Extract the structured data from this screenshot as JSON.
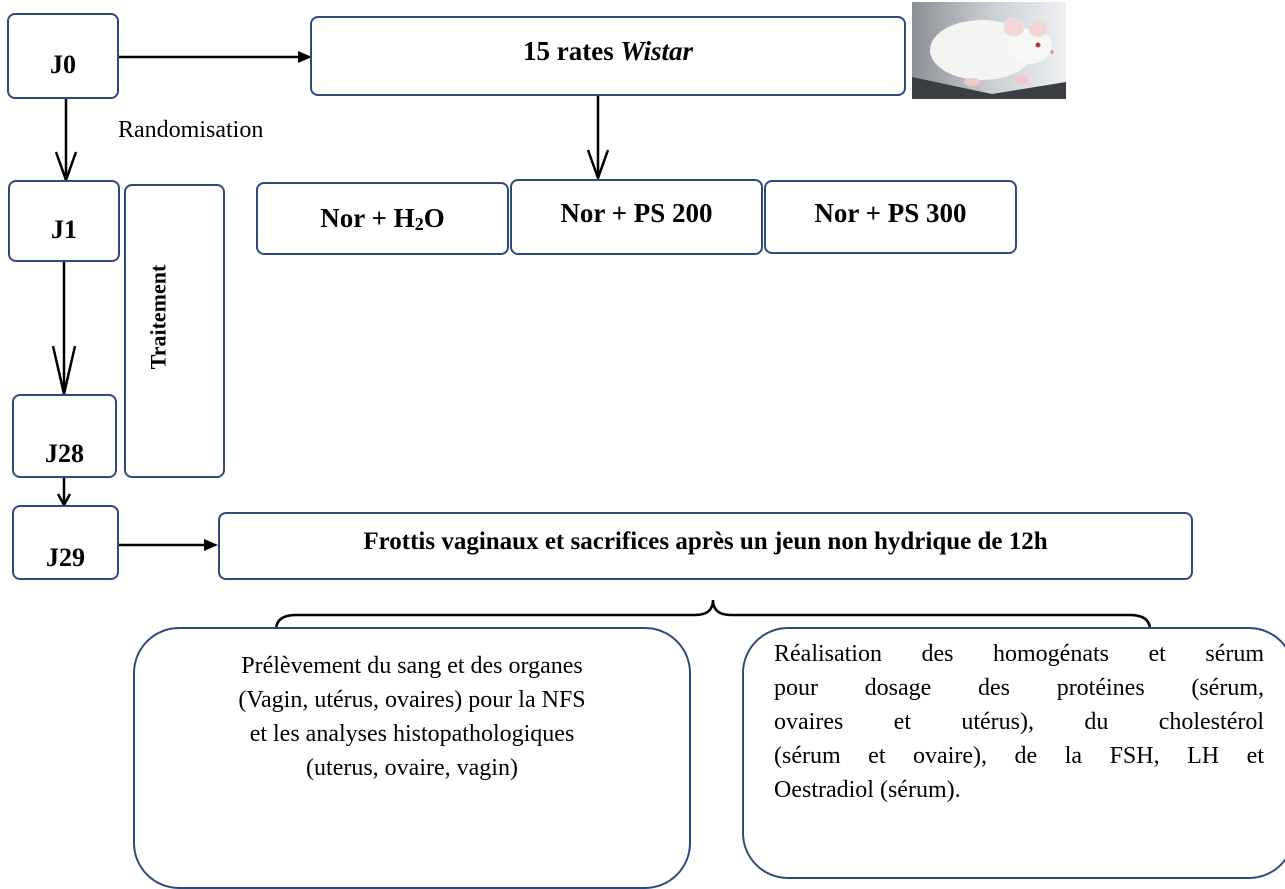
{
  "days": {
    "j0": "J0",
    "j1": "J1",
    "j28": "J28",
    "j29": "J29"
  },
  "rats": {
    "prefix": "15 rates ",
    "species": "Wistar"
  },
  "randomisation_label": "Randomisation",
  "treatment_label": "Traitement",
  "groups": {
    "g1_prefix": "Nor + H",
    "g1_sub": "2",
    "g1_suffix": "O",
    "g2": "Nor + PS 200",
    "g3": "Nor + PS 300"
  },
  "sacrifice": "Frottis vaginaux et sacrifices après un jeun non hydrique de 12h",
  "bottom_left": {
    "line1": "Prélèvement du sang et des organes",
    "line2": "(Vagin, utérus, ovaires) pour la NFS",
    "line3": "et  les analyses histopathologiques",
    "line4": "(uterus, ovaire, vagin)"
  },
  "bottom_right": {
    "line1": "Réalisation des homogénats et sérum",
    "line2": "pour dosage des protéines (sérum,",
    "line3": "ovaires et utérus), du cholestérol",
    "line4": "(sérum et ovaire), de la FSH, LH et",
    "line5": "Oestradiol (sérum)."
  },
  "colors": {
    "box_border": "#2f4a7a",
    "line": "#000000"
  },
  "icons": {
    "photo": "white-rat-photo"
  }
}
